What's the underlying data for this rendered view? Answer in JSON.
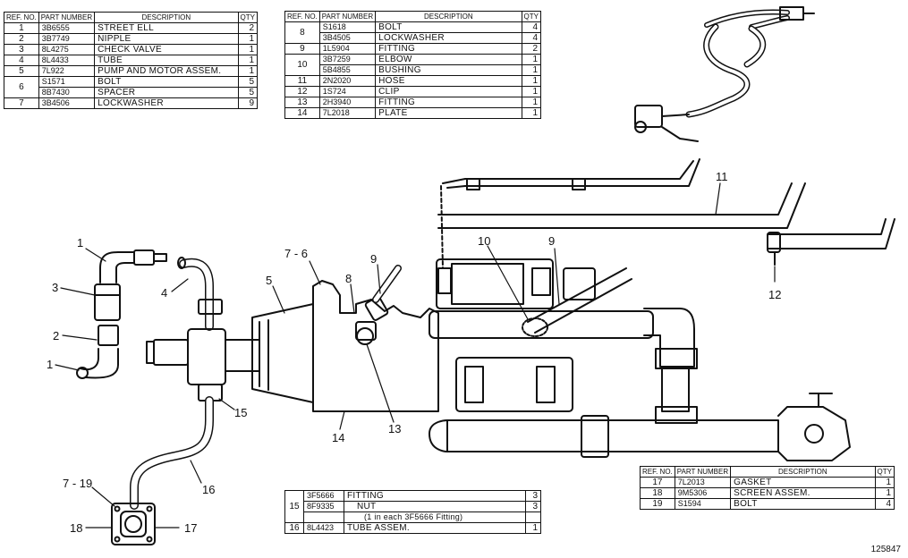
{
  "table_a": {
    "headers": {
      "ref": "REF. NO.",
      "part": "PART NUMBER",
      "desc": "DESCRIPTION",
      "qty": "QTY"
    },
    "rows": [
      {
        "ref": "1",
        "part": "3B6555",
        "desc": "STREET ELL",
        "qty": "2"
      },
      {
        "ref": "2",
        "part": "3B7749",
        "desc": "NIPPLE",
        "qty": "1"
      },
      {
        "ref": "3",
        "part": "8L4275",
        "desc": "CHECK VALVE",
        "qty": "1"
      },
      {
        "ref": "4",
        "part": "8L4433",
        "desc": "TUBE",
        "qty": "1"
      },
      {
        "ref": "5",
        "part": "7L922",
        "desc": "PUMP AND MOTOR ASSEM.",
        "qty": "1"
      },
      {
        "ref": "6",
        "part": "S1571",
        "desc": "BOLT",
        "qty": "5"
      },
      {
        "ref": "",
        "part": "8B7430",
        "desc": "SPACER",
        "qty": "5"
      },
      {
        "ref": "7",
        "part": "3B4506",
        "desc": "LOCKWASHER",
        "qty": "9"
      }
    ]
  },
  "table_b": {
    "headers": {
      "ref": "REF. NO.",
      "part": "PART NUMBER",
      "desc": "DESCRIPTION",
      "qty": "QTY"
    },
    "rows": [
      {
        "ref": "8",
        "part": "S1618",
        "desc": "BOLT",
        "qty": "4"
      },
      {
        "ref": "",
        "part": "3B4505",
        "desc": "LOCKWASHER",
        "qty": "4"
      },
      {
        "ref": "9",
        "part": "1L5904",
        "desc": "FITTING",
        "qty": "2"
      },
      {
        "ref": "10",
        "part": "3B7259",
        "desc": "ELBOW",
        "qty": "1"
      },
      {
        "ref": "",
        "part": "5B4855",
        "desc": "BUSHING",
        "qty": "1"
      },
      {
        "ref": "11",
        "part": "2N2020",
        "desc": "HOSE",
        "qty": "1"
      },
      {
        "ref": "12",
        "part": "1S724",
        "desc": "CLIP",
        "qty": "1"
      },
      {
        "ref": "13",
        "part": "2H3940",
        "desc": "FITTING",
        "qty": "1"
      },
      {
        "ref": "14",
        "part": "7L2018",
        "desc": "PLATE",
        "qty": "1"
      }
    ]
  },
  "table_c": {
    "rows": [
      {
        "ref": "15",
        "part": "3F5666",
        "desc": "FITTING",
        "qty": "3"
      },
      {
        "ref": "",
        "part": "8F9335",
        "desc": "NUT",
        "qty": "3"
      },
      {
        "ref": "",
        "part": "",
        "desc": "(1 in each 3F5666 Fitting)",
        "qty": ""
      },
      {
        "ref": "16",
        "part": "8L4423",
        "desc": "TUBE ASSEM.",
        "qty": "1"
      }
    ]
  },
  "table_d": {
    "headers": {
      "ref": "REF. NO.",
      "part": "PART NUMBER",
      "desc": "DESCRIPTION",
      "qty": "QTY"
    },
    "rows": [
      {
        "ref": "17",
        "part": "7L2013",
        "desc": "GASKET",
        "qty": "1"
      },
      {
        "ref": "18",
        "part": "9M5306",
        "desc": "SCREEN ASSEM.",
        "qty": "1"
      },
      {
        "ref": "19",
        "part": "S1594",
        "desc": "BOLT",
        "qty": "4"
      }
    ]
  },
  "callouts": {
    "c1a": "1",
    "c1b": "1",
    "c2": "2",
    "c3": "3",
    "c4": "4",
    "c5": "5",
    "c76": "7 - 6",
    "c8": "8",
    "c9a": "9",
    "c9b": "9",
    "c10": "10",
    "c11": "11",
    "c12": "12",
    "c13": "13",
    "c14": "14",
    "c15": "15",
    "c16": "16",
    "c719": "7 - 19",
    "c18": "18",
    "c17": "17"
  },
  "figure_number": "125847"
}
